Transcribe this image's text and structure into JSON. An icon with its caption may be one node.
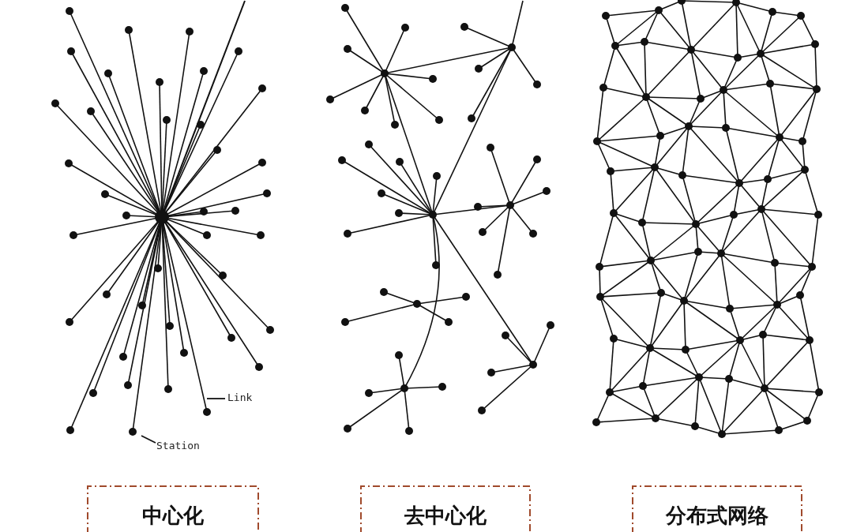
{
  "diagram": {
    "nodes": [
      {
        "text": [
          "中心化"
        ]
      },
      {
        "text": [
          "去中心化"
        ]
      },
      {
        "text": [
          "分布式网络"
        ]
      },
      {
        "text": [
          "Link"
        ]
      },
      {
        "text": [
          "Station"
        ]
      }
    ],
    "edges": [
      {
        "from": 3,
        "to": null,
        "arrow": "none"
      },
      {
        "from": 4,
        "to": null,
        "arrow": "none"
      }
    ]
  }
}
